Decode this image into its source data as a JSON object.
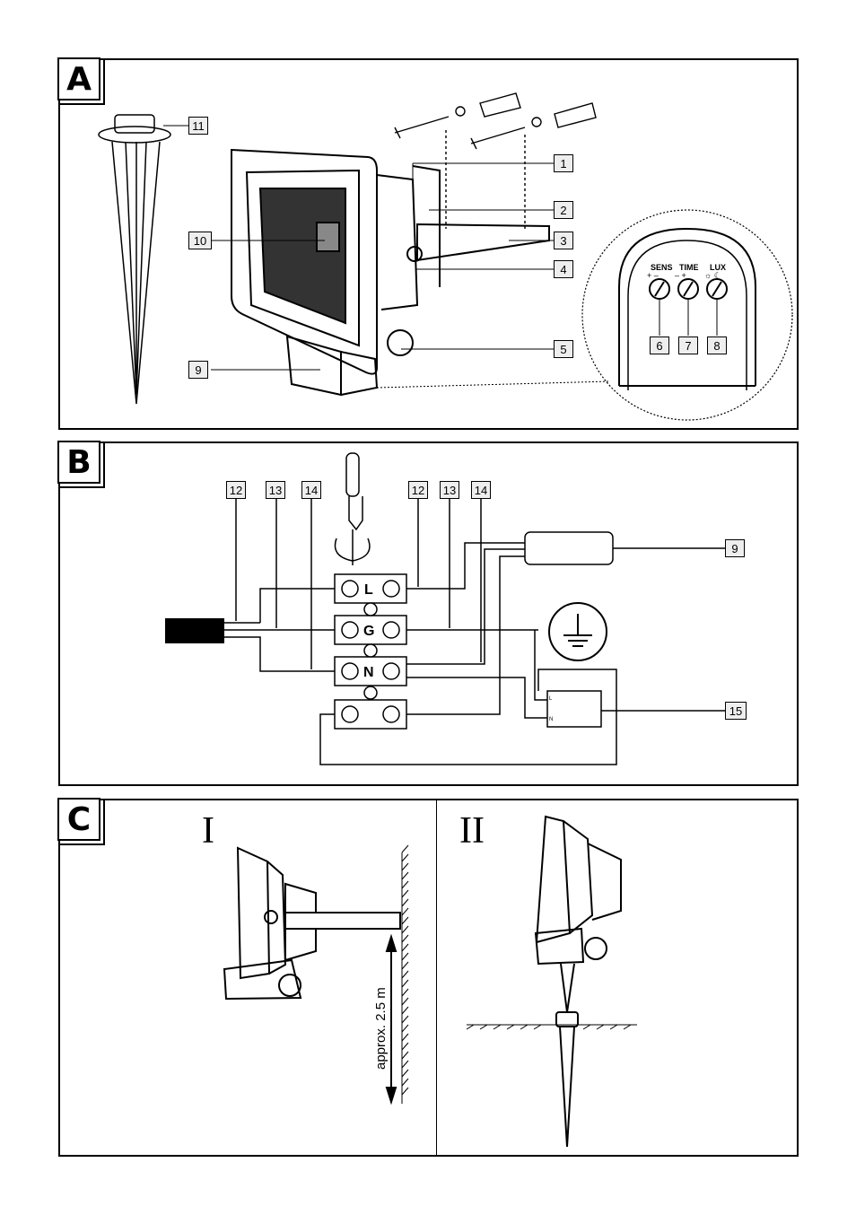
{
  "panels": {
    "a": {
      "letter": "A"
    },
    "b": {
      "letter": "B"
    },
    "c": {
      "letter": "C"
    }
  },
  "callouts_a": [
    "1",
    "2",
    "3",
    "4",
    "5",
    "6",
    "7",
    "8",
    "9",
    "10",
    "11"
  ],
  "dial_labels": {
    "sens": "SENS",
    "time": "TIME",
    "lux": "LUX"
  },
  "dial_signs": {
    "sens": "+ –",
    "time": "– +",
    "lux": "☼ ☾"
  },
  "callouts_b": {
    "left": [
      "12",
      "13",
      "14"
    ],
    "right": [
      "12",
      "13",
      "14"
    ],
    "sensor": "9",
    "lamp": "15"
  },
  "terminals": {
    "l": "L",
    "g": "G",
    "n": "N"
  },
  "lamp_terms": {
    "l": "L",
    "n": "N"
  },
  "panel_c": {
    "left_numeral": "I",
    "right_numeral": "II",
    "height_label": "approx. 2.5 m"
  }
}
